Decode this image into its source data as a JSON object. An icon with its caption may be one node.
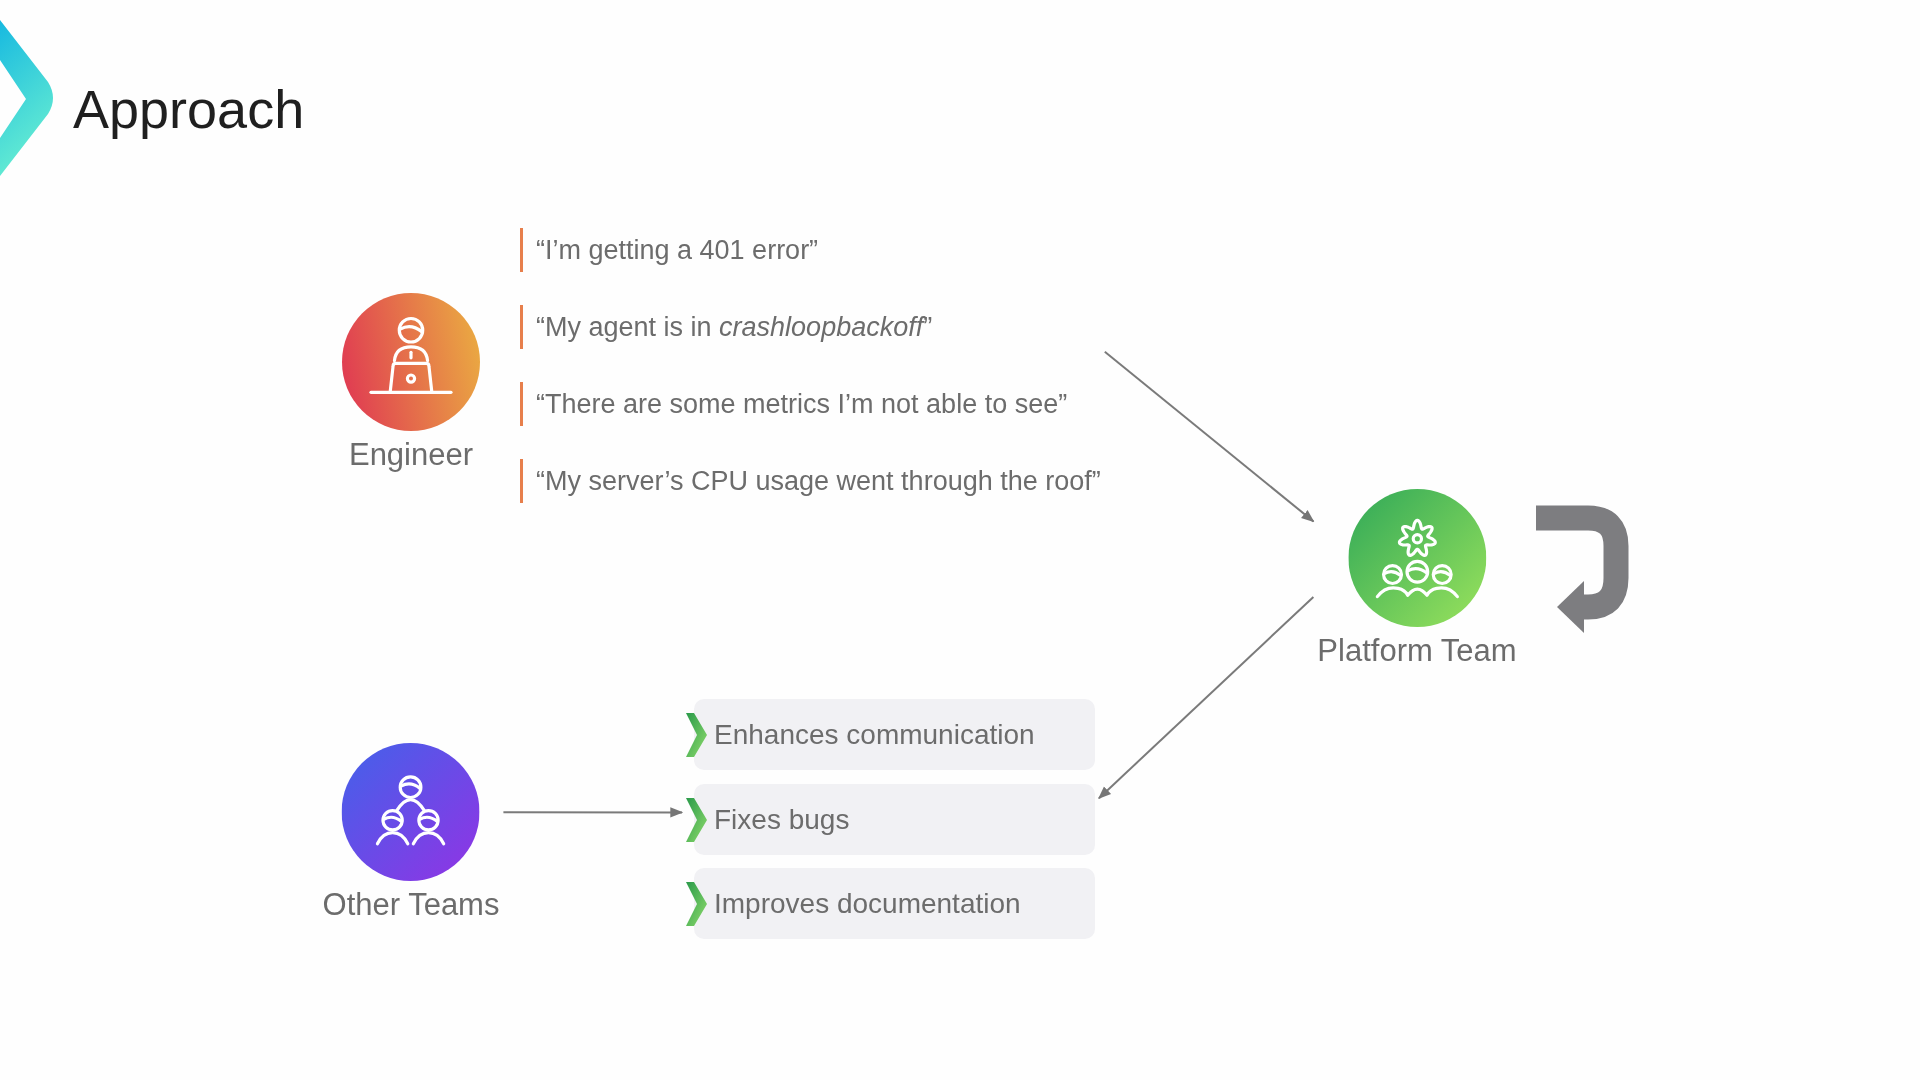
{
  "diagram": {
    "title": "Approach",
    "nodes": [
      {
        "text": [
          "Engineer"
        ]
      },
      {
        "text": [
          "“I’m getting a 401 error”",
          "“My agent is in *crashloopbackoff*”",
          "“There are some metrics I’m not able to see”",
          "“My server’s CPU usage went through the roof”"
        ]
      },
      {
        "text": [
          "Platform Team"
        ]
      },
      {
        "text": [
          "Other Teams"
        ]
      },
      {
        "text": [
          "Enhances communication"
        ]
      },
      {
        "text": [
          "Fixes bugs"
        ]
      },
      {
        "text": [
          "Improves documentation"
        ]
      }
    ],
    "edges": [
      {
        "from": 1,
        "to": 2,
        "arrow": "to"
      },
      {
        "from": 2,
        "to": 5,
        "arrow": "to"
      },
      {
        "from": 3,
        "to": 5,
        "arrow": "to"
      }
    ]
  }
}
